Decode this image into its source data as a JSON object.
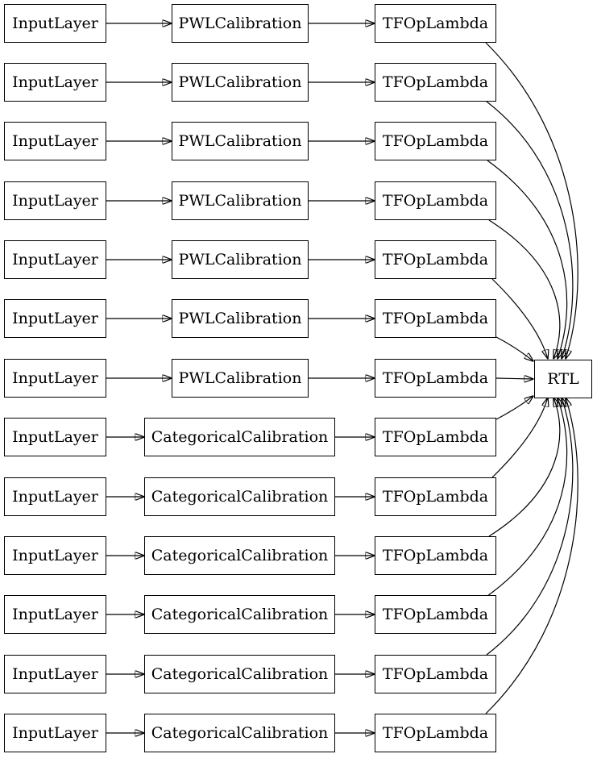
{
  "sink": {
    "label": "RTL"
  },
  "rows": [
    {
      "input": "InputLayer",
      "calibration": "PWLCalibration",
      "op": "TFOpLambda"
    },
    {
      "input": "InputLayer",
      "calibration": "PWLCalibration",
      "op": "TFOpLambda"
    },
    {
      "input": "InputLayer",
      "calibration": "PWLCalibration",
      "op": "TFOpLambda"
    },
    {
      "input": "InputLayer",
      "calibration": "PWLCalibration",
      "op": "TFOpLambda"
    },
    {
      "input": "InputLayer",
      "calibration": "PWLCalibration",
      "op": "TFOpLambda"
    },
    {
      "input": "InputLayer",
      "calibration": "PWLCalibration",
      "op": "TFOpLambda"
    },
    {
      "input": "InputLayer",
      "calibration": "PWLCalibration",
      "op": "TFOpLambda"
    },
    {
      "input": "InputLayer",
      "calibration": "CategoricalCalibration",
      "op": "TFOpLambda"
    },
    {
      "input": "InputLayer",
      "calibration": "CategoricalCalibration",
      "op": "TFOpLambda"
    },
    {
      "input": "InputLayer",
      "calibration": "CategoricalCalibration",
      "op": "TFOpLambda"
    },
    {
      "input": "InputLayer",
      "calibration": "CategoricalCalibration",
      "op": "TFOpLambda"
    },
    {
      "input": "InputLayer",
      "calibration": "CategoricalCalibration",
      "op": "TFOpLambda"
    },
    {
      "input": "InputLayer",
      "calibration": "CategoricalCalibration",
      "op": "TFOpLambda"
    }
  ],
  "colors": {
    "background": "#ffffff",
    "node_fill": "#ffffff",
    "node_border": "#000000",
    "edge": "#000000",
    "text": "#000000"
  }
}
